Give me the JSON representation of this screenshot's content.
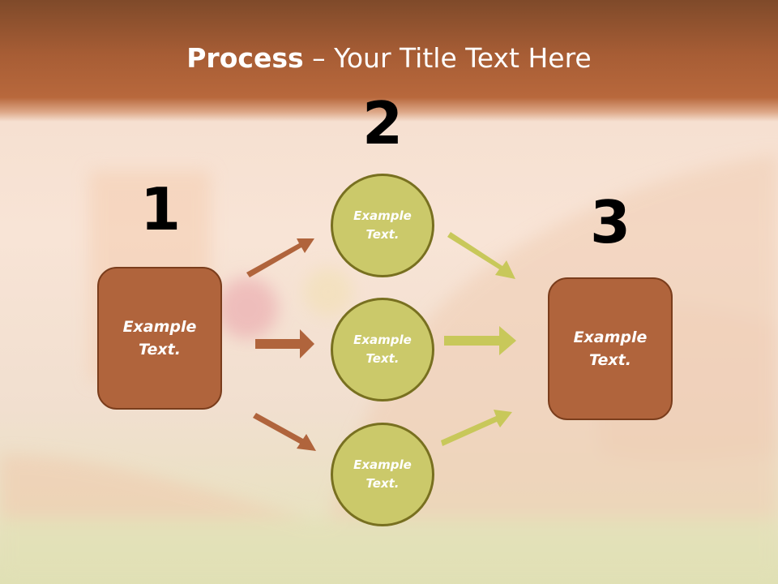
{
  "title": {
    "bold": "Process",
    "rest": " – Your Title Text Here"
  },
  "step_numbers": [
    "1",
    "2",
    "3"
  ],
  "left_box": {
    "text": "Example Text."
  },
  "circles": [
    {
      "text": "Example Text."
    },
    {
      "text": "Example Text."
    },
    {
      "text": "Example Text."
    }
  ],
  "right_box": {
    "text": "Example Text."
  },
  "colors": {
    "title_bar": "#a75d35",
    "box_fill": "#b0643c",
    "box_border": "#7a3d1c",
    "circle_fill": "#cbc96a",
    "circle_border": "#787020",
    "left_arrow": "#b0643c",
    "right_arrow": "#c8c85a"
  }
}
